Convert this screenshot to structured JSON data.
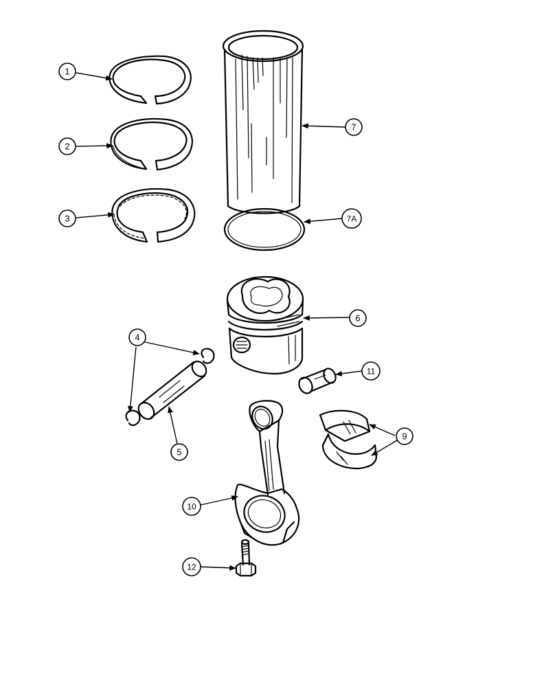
{
  "callouts": {
    "c1": "1",
    "c2": "2",
    "c3": "3",
    "c4": "4",
    "c5": "5",
    "c6": "6",
    "c7": "7",
    "c7a": "7A",
    "c9": "9",
    "c10": "10",
    "c11": "11",
    "c12": "12"
  }
}
